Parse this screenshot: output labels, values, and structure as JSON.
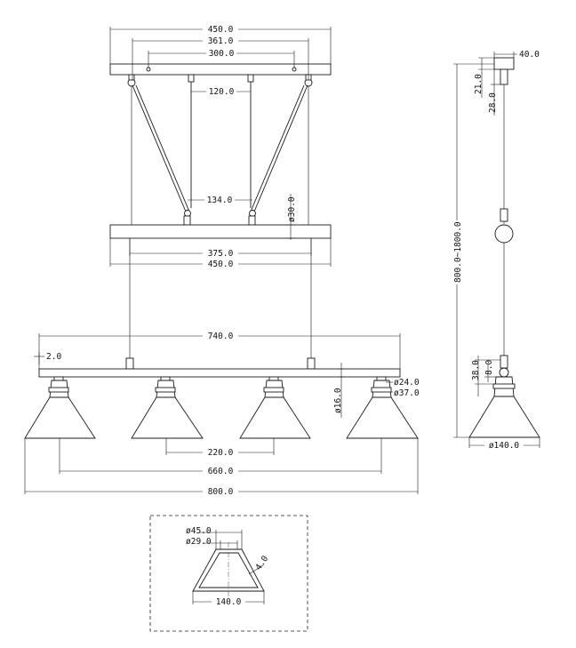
{
  "dimensions": {
    "canopy_width": "450.0",
    "canopy_mount_outer": "361.0",
    "canopy_mount_inner": "300.0",
    "inner_rod_spacing": "120.0",
    "lower_hook_spacing": "134.0",
    "bar_thickness": "ø30.0",
    "middle_rod_spacing": "375.0",
    "middle_bar_width": "450.0",
    "lamp_bar_width": "740.0",
    "lamp_bar_offset": "2.0",
    "lamp_bar_height": "ø16.0",
    "socket_top": "ø24.0",
    "socket_body": "ø37.0",
    "shade_spacing_inner": "220.0",
    "shade_spacing_outer": "660.0",
    "total_width": "800.0",
    "side_top_width": "40.0",
    "side_top_height": "21.0",
    "side_hook_height": "28.0",
    "side_total_height": "800.0~1800.0",
    "side_socket_height": "38.0",
    "side_socket_top": "8.0",
    "side_shade_diameter": "ø140.0",
    "detail_top_outer": "ø45.0",
    "detail_top_inner": "ø29.0",
    "detail_wall": "4.0",
    "detail_bottom": "140.0"
  }
}
